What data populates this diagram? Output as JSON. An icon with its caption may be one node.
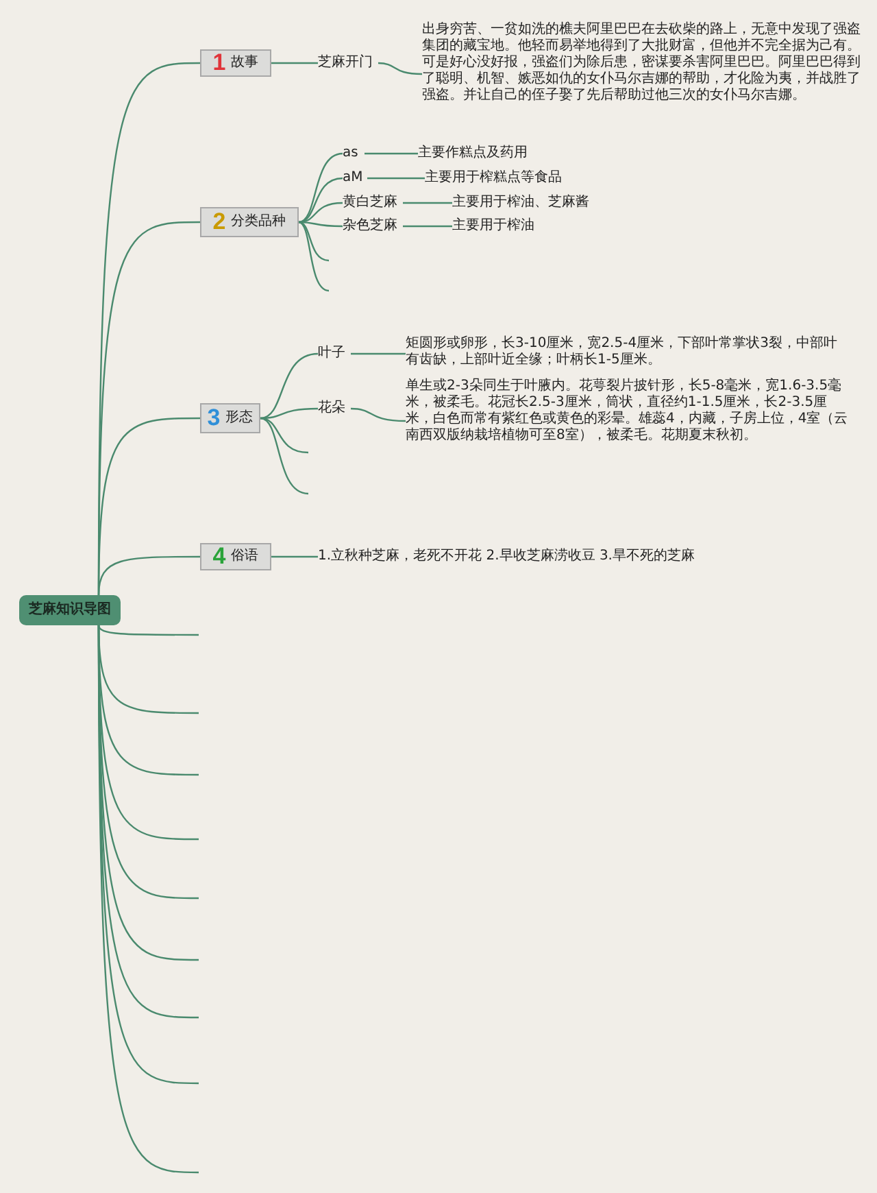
{
  "diagram": {
    "nodes": [
      {
        "text": [
          "芝麻知识导图"
        ]
      },
      {
        "text": [
          "1",
          "故事"
        ]
      },
      {
        "text": [
          "芝麻开门"
        ]
      },
      {
        "text": [
          "出身穷苦、一贫如洗的樵夫阿里巴巴在去砍柴的路上，无意中发现了强盗集团的藏宝地。他轻而易举地得到了大批财富，但他并不完全据为己有。可是好心没好报，强盗们为除后患，密谋要杀害阿里巴巴。阿里巴巴得到了聪明、机智、嫉恶如仇的女仆马尔吉娜的帮助，才化险为夷，并战胜了强盗。并让自己的侄子娶了先后帮助过他三次的女仆马尔吉娜。"
        ]
      },
      {
        "text": [
          "2",
          "分类品种"
        ]
      },
      {
        "text": [
          "as"
        ]
      },
      {
        "text": [
          "主要作糕点及药用"
        ]
      },
      {
        "text": [
          "aM"
        ]
      },
      {
        "text": [
          "主要用于榨糕点等食品"
        ]
      },
      {
        "text": [
          "黄白芝麻"
        ]
      },
      {
        "text": [
          "主要用于榨油、芝麻酱"
        ]
      },
      {
        "text": [
          "杂色芝麻"
        ]
      },
      {
        "text": [
          "主要用于榨油"
        ]
      },
      {
        "text": [
          "3",
          "形态"
        ]
      },
      {
        "text": [
          "叶子"
        ]
      },
      {
        "text": [
          "矩圆形或卵形，长3-10厘米，宽2.5-4厘米，下部叶常掌状3裂，中部叶有齿缺，上部叶近全缘；叶柄长1-5厘米。"
        ]
      },
      {
        "text": [
          "花朵"
        ]
      },
      {
        "text": [
          "单生或2-3朵同生于叶腋内。花萼裂片披针形，长5-8毫米，宽1.6-3.5毫米，被柔毛。花冠长2.5-3厘米，筒状，直径约1-1.5厘米，长2-3.5厘米，白色而常有紫红色或黄色的彩晕。雄蕊4，内藏，子房上位，4室（云南西双版纳栽培植物可至8室），被柔毛。花期夏末秋初。"
        ]
      },
      {
        "text": [
          "4",
          "俗语"
        ]
      },
      {
        "text": [
          "1.立秋种芝麻，老死不开花 2.早收芝麻涝收豆 3.旱不死的芝麻"
        ]
      }
    ],
    "edges": [
      {
        "from": 0,
        "to": 1,
        "arrow": "none"
      },
      {
        "from": 1,
        "to": 2,
        "arrow": "none"
      },
      {
        "from": 2,
        "to": 3,
        "arrow": "none"
      },
      {
        "from": 0,
        "to": 4,
        "arrow": "none"
      },
      {
        "from": 4,
        "to": 5,
        "arrow": "none"
      },
      {
        "from": 5,
        "to": 6,
        "arrow": "none"
      },
      {
        "from": 4,
        "to": 7,
        "arrow": "none"
      },
      {
        "from": 7,
        "to": 8,
        "arrow": "none"
      },
      {
        "from": 4,
        "to": 9,
        "arrow": "none"
      },
      {
        "from": 9,
        "to": 10,
        "arrow": "none"
      },
      {
        "from": 4,
        "to": 11,
        "arrow": "none"
      },
      {
        "from": 11,
        "to": 12,
        "arrow": "none"
      },
      {
        "from": 4,
        "to": null,
        "arrow": "none"
      },
      {
        "from": 4,
        "to": null,
        "arrow": "none"
      },
      {
        "from": 0,
        "to": 13,
        "arrow": "none"
      },
      {
        "from": 13,
        "to": 14,
        "arrow": "none"
      },
      {
        "from": 14,
        "to": 15,
        "arrow": "none"
      },
      {
        "from": 13,
        "to": 16,
        "arrow": "none"
      },
      {
        "from": 16,
        "to": 17,
        "arrow": "none"
      },
      {
        "from": 13,
        "to": null,
        "arrow": "none"
      },
      {
        "from": 13,
        "to": null,
        "arrow": "none"
      },
      {
        "from": 0,
        "to": 18,
        "arrow": "none"
      },
      {
        "from": 18,
        "to": 19,
        "arrow": "none"
      },
      {
        "from": 0,
        "to": null,
        "arrow": "none"
      },
      {
        "from": 0,
        "to": null,
        "arrow": "none"
      },
      {
        "from": 0,
        "to": null,
        "arrow": "none"
      },
      {
        "from": 0,
        "to": null,
        "arrow": "none"
      },
      {
        "from": 0,
        "to": null,
        "arrow": "none"
      },
      {
        "from": 0,
        "to": null,
        "arrow": "none"
      },
      {
        "from": 0,
        "to": null,
        "arrow": "none"
      },
      {
        "from": 0,
        "to": null,
        "arrow": "none"
      },
      {
        "from": 0,
        "to": null,
        "arrow": "none"
      }
    ]
  }
}
